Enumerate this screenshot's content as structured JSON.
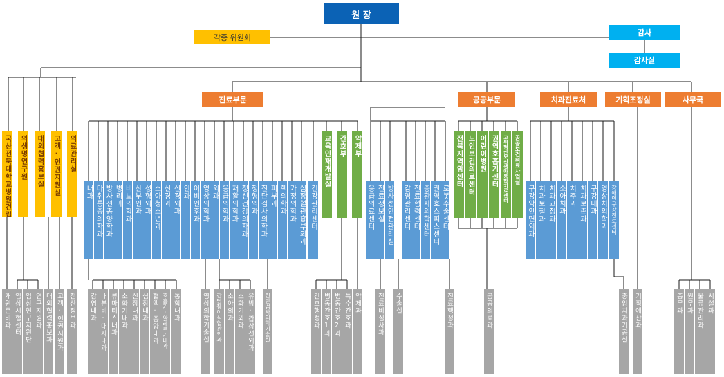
{
  "top": {
    "director": "원 장",
    "committees": "각종 위원회",
    "auditor": "감사",
    "audit_office": "감사실"
  },
  "divisions": [
    "진료부문",
    "공공부문",
    "치과진료처",
    "기획조정실",
    "사무국"
  ],
  "left_units": [
    "국산전북대학교병원건립단",
    "의생명연구원",
    "대외협력홍보실",
    "고객·인권지원실",
    "의료관리실"
  ],
  "clinical_departments": [
    "내과",
    "마취통증의학과",
    "방사선종양학과",
    "병리과",
    "비뇨의학과",
    "산부인과",
    "성형외과",
    "소아청소년과",
    "신경과",
    "신경외과",
    "안과",
    "이비인후과",
    "영상의학과",
    "외과",
    "응급의학과",
    "재활의학과",
    "정신건강의학과",
    "정형외과",
    "진단검사의학과",
    "피부과",
    "핵의학과",
    "가정의학과",
    "심장혈관흉부외과",
    "건강관리센터"
  ],
  "clinical_support": [
    "교육인재개발실",
    "간호부",
    "약제부"
  ],
  "centers": [
    "응급의료센터",
    "진료정보실",
    "방사선안전관리실",
    "감염관리센터",
    "진료협력센터",
    "중환자의학센터",
    "권역호스피스센터",
    "로봇수술센터"
  ],
  "public_centers": [
    "전북지역암센터",
    "노인보건의료센터",
    "어린이병원",
    "권역호흡기센터",
    "고위험산모신생아통합치료센터",
    "공공보건의료사업실"
  ],
  "dental_departments": [
    "구강악안면외과",
    "치과보철과",
    "치과교정과",
    "소아치과",
    "치주과",
    "치과보존과",
    "구강내과",
    "영상치의학과",
    "장애인구강진료센터"
  ],
  "bottom_units": {
    "left": [
      "개원준비과",
      "임상시험센터",
      "임상연구지원단",
      "연구지원과",
      "대외협력홍보과",
      "고객·인권지원과",
      "전산정보과"
    ],
    "internal_medicine": [
      "감염내과",
      "내분비·대사내과",
      "류마티스내과",
      "소화기내과",
      "신장내과",
      "심장내과",
      "혈액·종양내과",
      "호흡기·알레르기내과",
      "통합내과"
    ],
    "radiology": [
      "영상의학기술실"
    ],
    "surgery": [
      "간담췌이식혈관외과",
      "소아외과",
      "소화기외과",
      "유방·갑상선외과"
    ],
    "lab": [
      "진단검사의학기술실"
    ],
    "nursing": [
      "간호행정과",
      "병동간호1과",
      "병동간호2과",
      "특수간호과"
    ],
    "pharmacy": [
      "약제과"
    ],
    "records": [
      "진료비심사과"
    ],
    "surgery_room": [
      "수술실"
    ],
    "admin": [
      "진료행정과"
    ],
    "public": [
      "공공의료과"
    ],
    "dental": [
      "중앙치과기공실"
    ],
    "planning": [
      "기획예산과"
    ],
    "general": [
      "총무과",
      "원무과",
      "물류관리과",
      "시설과"
    ]
  }
}
